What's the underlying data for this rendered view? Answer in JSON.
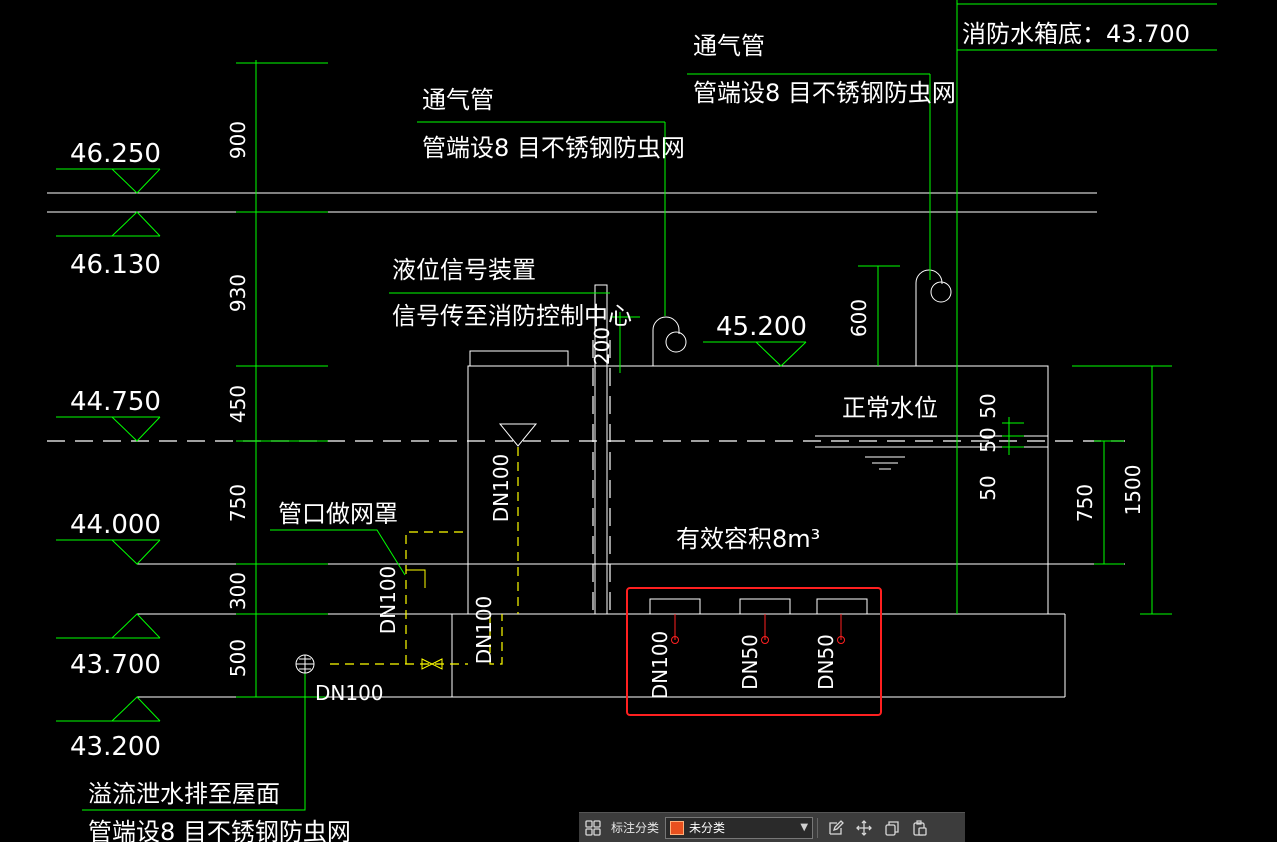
{
  "drawing": {
    "levels": {
      "l46250": "46.250",
      "l46130": "46.130",
      "l44750": "44.750",
      "l44000": "44.000",
      "l43700": "43.700",
      "l43200": "43.200",
      "l45200": "45.200"
    },
    "dims": {
      "d900": "900",
      "d930": "930",
      "d450": "450",
      "d750a": "750",
      "d300": "300",
      "d500": "500",
      "d600": "600",
      "d200": "200",
      "d50a": "50",
      "d50b": "50",
      "d50c": "50",
      "d750b": "750",
      "d1500": "1500"
    },
    "labels": {
      "vent1_title": "通气管",
      "vent1_note": "管端设8 目不锈钢防虫网",
      "vent2_title": "通气管",
      "vent2_note": "管端设8 目不锈钢防虫网",
      "tank_bottom": "消防水箱底：43.700",
      "level_device": "液位信号装置",
      "level_signal": "信号传至消防控制中心",
      "normal_level": "正常水位",
      "effective_volume": "有效容积8m³",
      "mesh_cover": "管口做网罩",
      "overflow_1": "溢流泄水排至屋面",
      "overflow_2": "管端设8 目不锈钢防虫网"
    },
    "pipes": {
      "p_dn100_inlet": "DN100",
      "p_dn100_left": "DN100",
      "p_dn100_mid": "DN100",
      "p_dn100_bottom": "DN100",
      "p_dn100_sel": "DN100",
      "p_dn50_a": "DN50",
      "p_dn50_b": "DN50"
    },
    "colors": {
      "background": "#000000",
      "linework": "#ffffff",
      "dimension": "#00ff00",
      "pipe": "#ffff00",
      "selection": "#ff2020"
    }
  },
  "toolbar": {
    "grid_icon": "grid-icon",
    "category_label": "标注分类",
    "category_value": "未分类",
    "category_color": "#e8501e",
    "buttons": [
      "edit-icon",
      "move-icon",
      "copy-icon",
      "paste-icon"
    ]
  }
}
